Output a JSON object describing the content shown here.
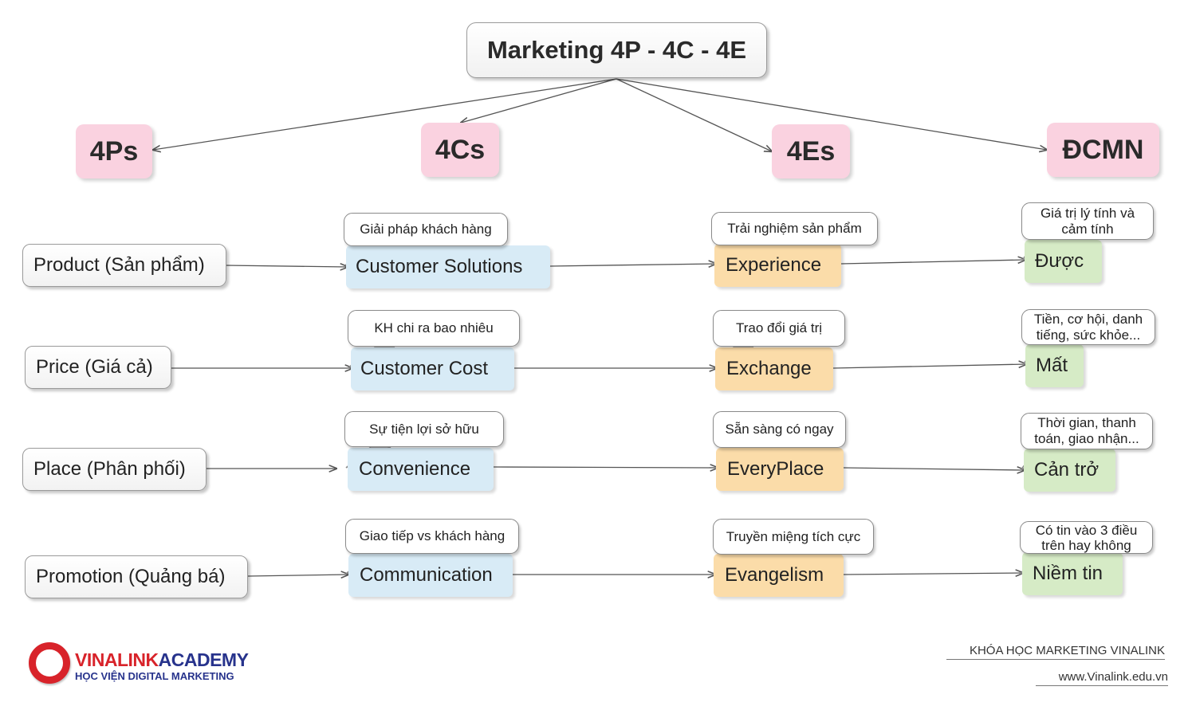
{
  "title": "Marketing 4P - 4C - 4E",
  "categories": {
    "p": "4Ps",
    "c": "4Cs",
    "e": "4Es",
    "d": "ĐCMN"
  },
  "rows": [
    {
      "p": "Product (Sản phẩm)",
      "c": "Customer Solutions",
      "c_note": "Giải pháp khách hàng",
      "e": "Experience",
      "e_note": "Trải nghiệm sản phẩm",
      "d": "Được",
      "d_note_1": "Giá trị lý tính và",
      "d_note_2": "cảm tính"
    },
    {
      "p": "Price (Giá cả)",
      "c": "Customer Cost",
      "c_note": "KH chi ra bao nhiêu",
      "e": "Exchange",
      "e_note": "Trao đổi giá trị",
      "d": "Mất",
      "d_note_1": "Tiền, cơ hội, danh",
      "d_note_2": "tiếng, sức khỏe..."
    },
    {
      "p": "Place (Phân phối)",
      "c": "Convenience",
      "c_note": "Sự tiện lợi sở hữu",
      "e": "EveryPlace",
      "e_note": "Sẵn sàng có ngay",
      "d": "Cản trở",
      "d_note_1": "Thời gian, thanh",
      "d_note_2": "toán, giao nhận..."
    },
    {
      "p": "Promotion (Quảng bá)",
      "c": "Communication",
      "c_note": "Giao tiếp vs khách hàng",
      "e": "Evangelism",
      "e_note": "Truyền miệng tích cực",
      "d": "Niềm tin",
      "d_note_1": "Có tin vào 3 điều",
      "d_note_2": "trên hay không"
    }
  ],
  "brand": {
    "name_red": "VINALINK",
    "name_blue": "ACADEMY",
    "tagline": "HỌC VIỆN DIGITAL MARKETING"
  },
  "footer": {
    "course": "KHÓA HỌC MARKETING VINALINK",
    "website": "www.Vinalink.edu.vn"
  },
  "colors": {
    "category_fill": "#fad2e0",
    "c_fill": "#d8ebf6",
    "e_fill": "#fbdca9",
    "d_fill": "#d6ebc6",
    "brand_red": "#d8232a",
    "brand_blue": "#27338c",
    "connector": "#555555"
  }
}
